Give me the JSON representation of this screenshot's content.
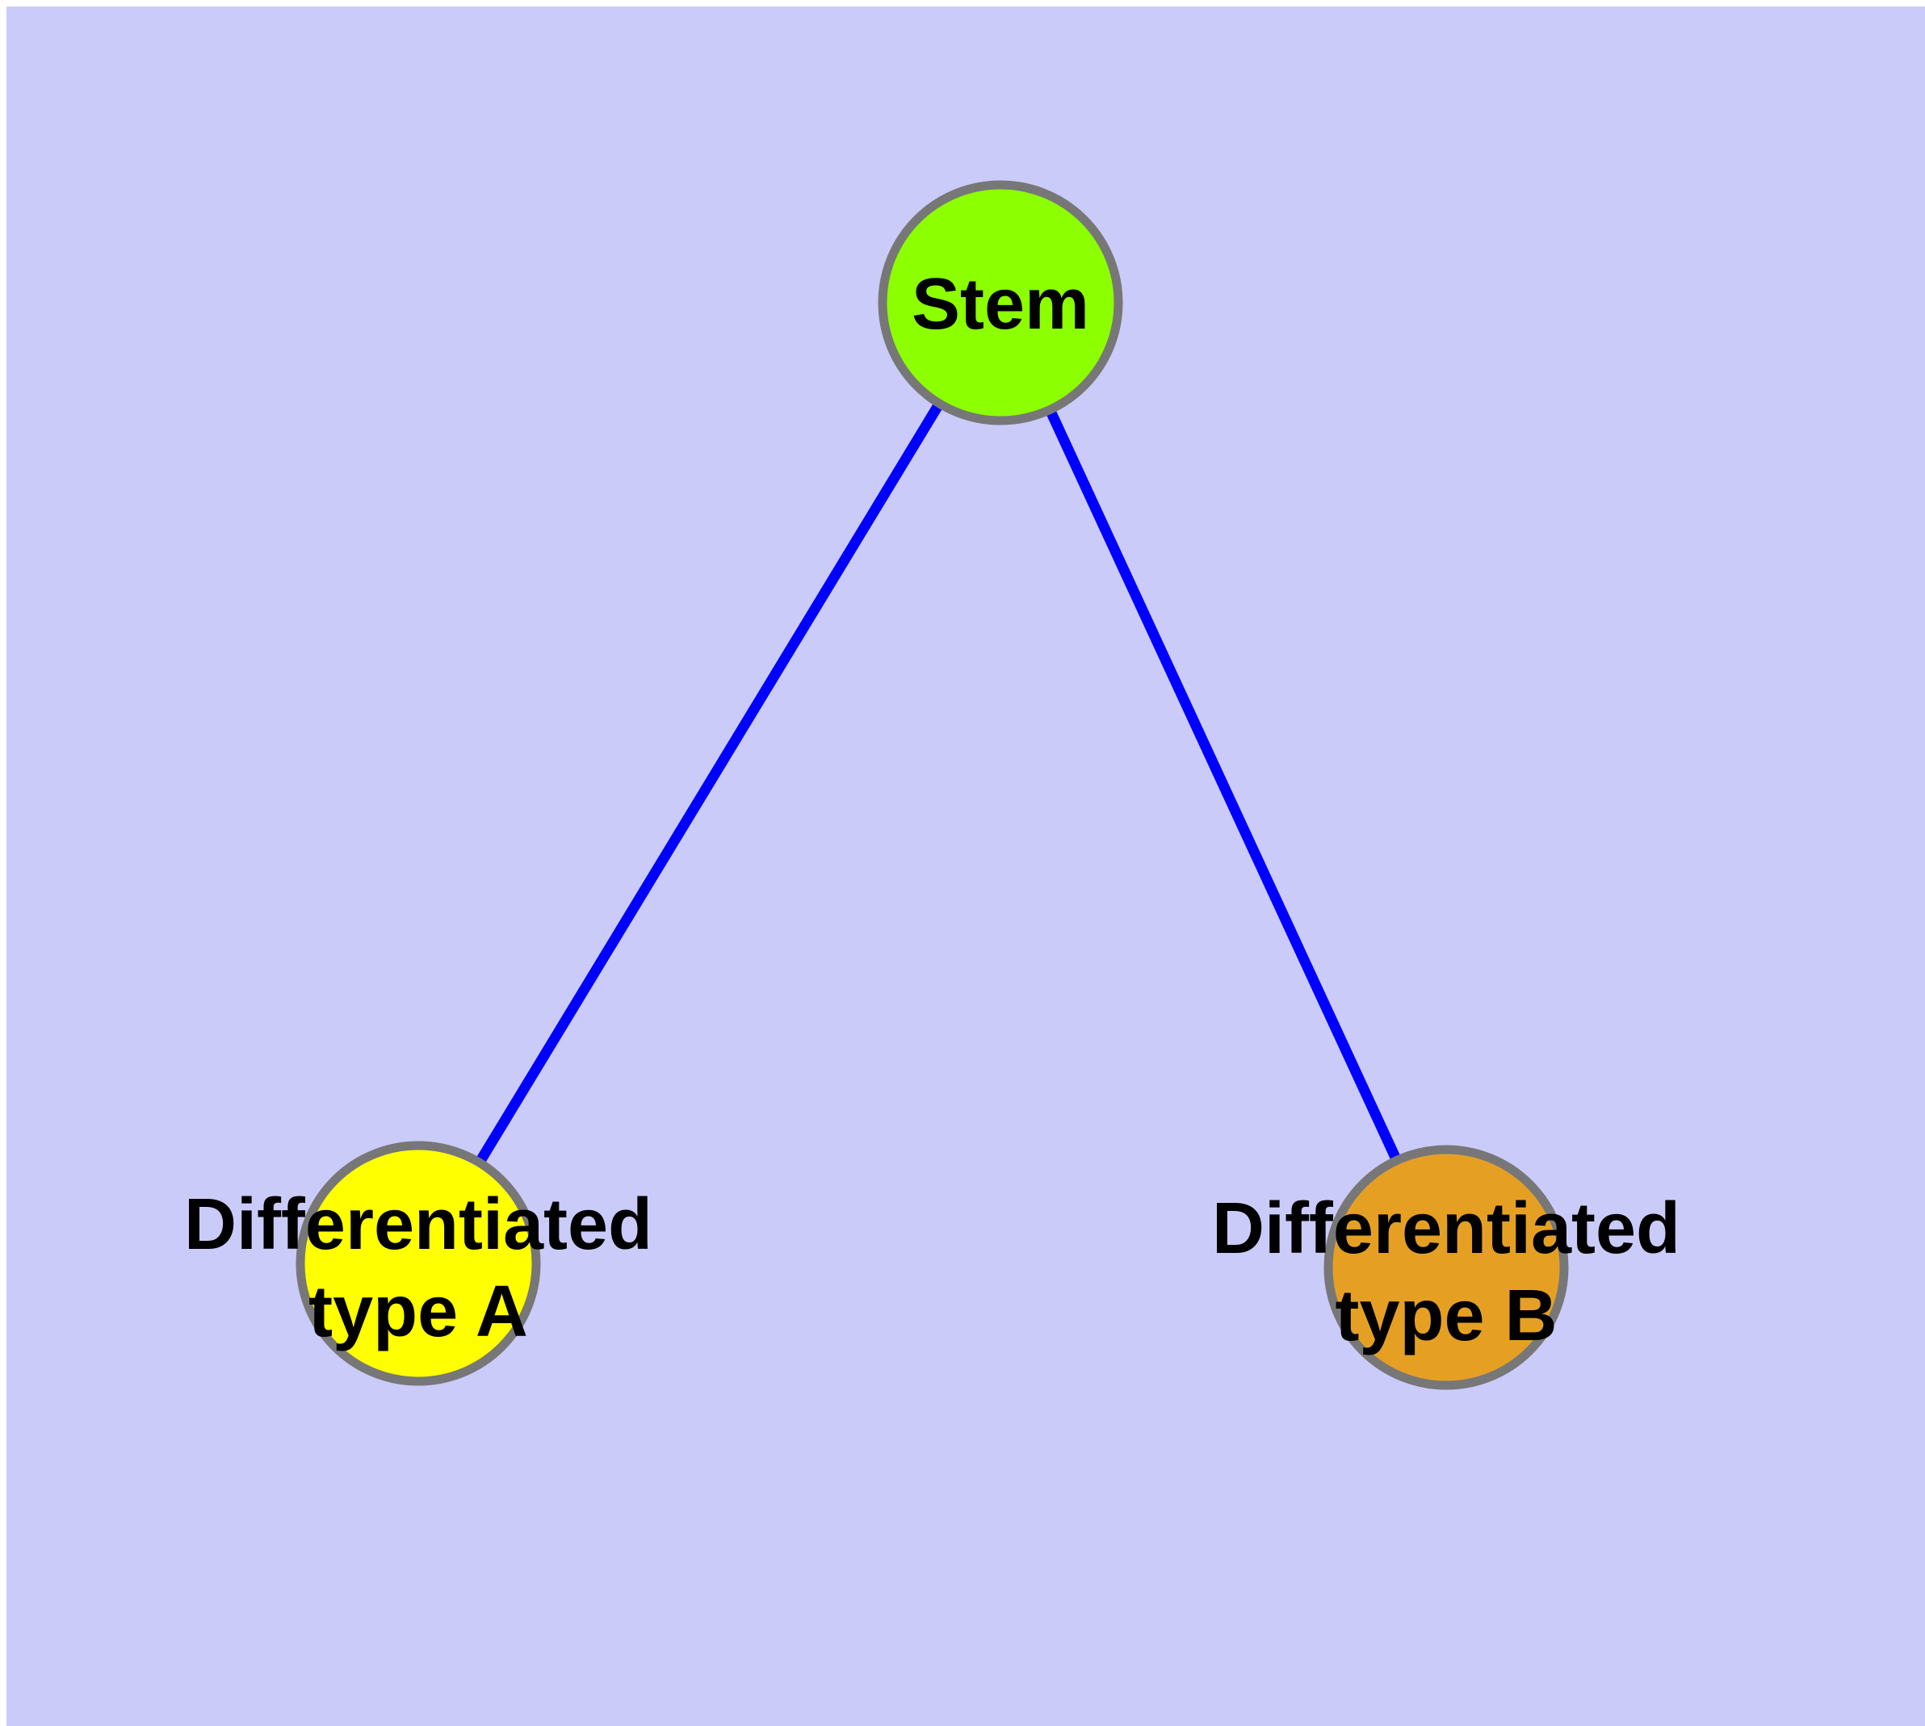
{
  "diagram": {
    "type": "node-link-graph",
    "description": "Cell differentiation hierarchy: a stem node connected to two differentiated type nodes",
    "colors": {
      "background": "#CBCBFA",
      "page_margin": "#FFFFFF",
      "edge": "#0000FF",
      "node_border": "#777777",
      "label_text": "#000000"
    },
    "nodes": {
      "stem": {
        "label": "Stem",
        "fill": "#8CFF00"
      },
      "type_a": {
        "label_line1": "Differentiated",
        "label_line2": "type A",
        "fill": "#FFFF00"
      },
      "type_b": {
        "label_line1": "Differentiated",
        "label_line2": "type B",
        "fill": "#E5A024"
      }
    },
    "edges": [
      {
        "from": "Stem",
        "to": "Differentiated type A"
      },
      {
        "from": "Stem",
        "to": "Differentiated type B"
      }
    ]
  }
}
